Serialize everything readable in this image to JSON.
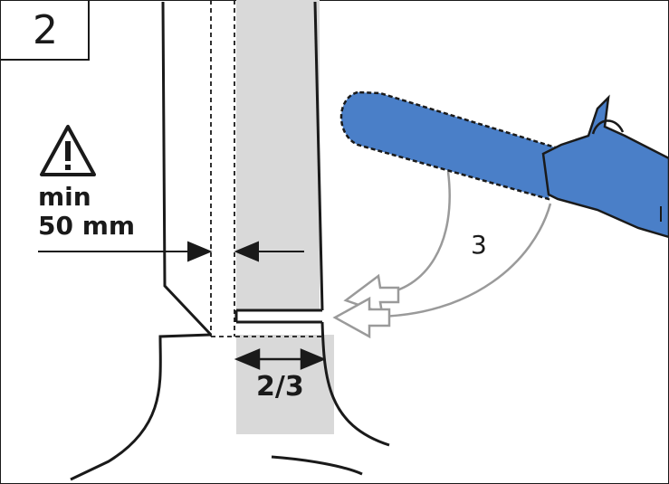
{
  "figure": {
    "step_number": "2",
    "warning_line1": "min",
    "warning_line2": "50 mm",
    "fraction_label": "2/3",
    "arrow_label": "3"
  },
  "colors": {
    "saw_blue": "#4a7fc8",
    "cut_gray": "#d9d9d9",
    "line": "#1a1a1a",
    "arrow_gray": "#9a9a9a"
  },
  "icons": [
    "warning-triangle-icon",
    "chainsaw-icon"
  ]
}
